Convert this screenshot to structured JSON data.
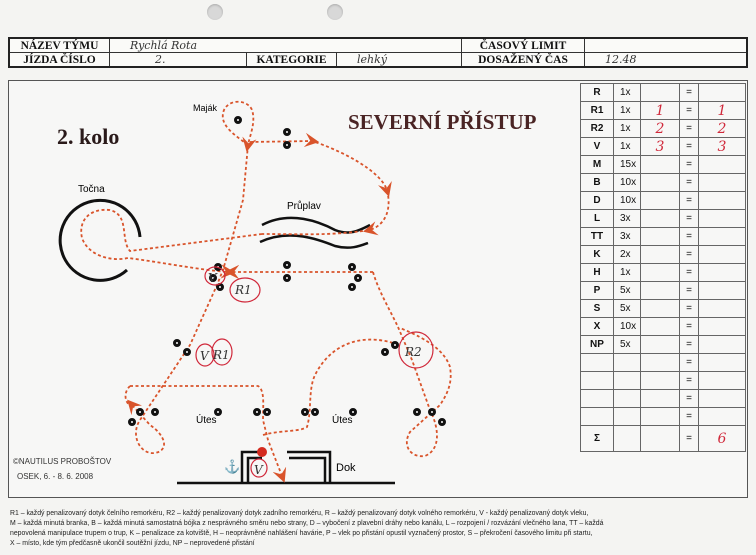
{
  "header": {
    "team_label": "NÁZEV TÝMU",
    "team_value": "Rychlá Rota",
    "run_label": "JÍZDA ČÍSLO",
    "run_value": "2.",
    "category_label": "KATEGORIE",
    "category_value": "lehký",
    "time_limit_label": "ČASOVÝ LIMIT",
    "time_limit_value": "",
    "achieved_time_label": "DOSAŽENÝ ČAS",
    "achieved_time_value": "12.48"
  },
  "map": {
    "round": "2. kolo",
    "title": "SEVERNÍ PŘÍSTUP",
    "labels": {
      "lighthouse": "Maják",
      "turntable": "Točna",
      "canal": "Průplav",
      "reef_left": "Útes",
      "reef_right": "Útes",
      "dock": "Dok"
    },
    "annotations": {
      "v_top": "V",
      "r1_top": "R1",
      "v_mid": "V",
      "r1_mid": "R1",
      "r2_right": "R2",
      "v_dock": "V"
    },
    "path_color": "#d9542b",
    "annotation_color": "#d0283a"
  },
  "penalty_table": {
    "rows": [
      {
        "code": "R",
        "mult": "1x",
        "count": "",
        "eq": "=",
        "total": ""
      },
      {
        "code": "R1",
        "mult": "1x",
        "count": "1",
        "eq": "=",
        "total": "1"
      },
      {
        "code": "R2",
        "mult": "1x",
        "count": "2",
        "eq": "=",
        "total": "2"
      },
      {
        "code": "V",
        "mult": "1x",
        "count": "3",
        "eq": "=",
        "total": "3"
      },
      {
        "code": "M",
        "mult": "15x",
        "count": "",
        "eq": "=",
        "total": ""
      },
      {
        "code": "B",
        "mult": "10x",
        "count": "",
        "eq": "=",
        "total": ""
      },
      {
        "code": "D",
        "mult": "10x",
        "count": "",
        "eq": "=",
        "total": ""
      },
      {
        "code": "L",
        "mult": "3x",
        "count": "",
        "eq": "=",
        "total": ""
      },
      {
        "code": "TT",
        "mult": "3x",
        "count": "",
        "eq": "=",
        "total": ""
      },
      {
        "code": "K",
        "mult": "2x",
        "count": "",
        "eq": "=",
        "total": ""
      },
      {
        "code": "H",
        "mult": "1x",
        "count": "",
        "eq": "=",
        "total": ""
      },
      {
        "code": "P",
        "mult": "5x",
        "count": "",
        "eq": "=",
        "total": ""
      },
      {
        "code": "S",
        "mult": "5x",
        "count": "",
        "eq": "=",
        "total": ""
      },
      {
        "code": "X",
        "mult": "10x",
        "count": "",
        "eq": "=",
        "total": ""
      },
      {
        "code": "NP",
        "mult": "5x",
        "count": "",
        "eq": "=",
        "total": ""
      },
      {
        "code": "",
        "mult": "",
        "count": "",
        "eq": "=",
        "total": ""
      },
      {
        "code": "",
        "mult": "",
        "count": "",
        "eq": "=",
        "total": ""
      },
      {
        "code": "",
        "mult": "",
        "count": "",
        "eq": "=",
        "total": ""
      },
      {
        "code": "",
        "mult": "",
        "count": "",
        "eq": "=",
        "total": ""
      }
    ],
    "sum": {
      "code": "Σ",
      "eq": "=",
      "total": "6"
    }
  },
  "copyright": {
    "org": "©NAUTILUS PROBOŠTOV",
    "place_date": "OSEK, 6. - 8. 6. 2008"
  },
  "legend": [
    "R1 – každý penalizovaný dotyk čelního remorkéru, R2 – každý penalizovaný dotyk zadního remorkéru, R – každý penalizovaný dotyk volného remorkéru, V - každý penalizovaný dotyk vleku,",
    "M – každá minutá branka, B – každá minutá samostatná bójka z nesprávného směru nebo strany, D – vybočení z plavební dráhy nebo kanálu, L – rozpojení / rozvázání vlečného lana, TT – každá",
    "nepovolená manipulace trupem o trup, K – penalizace za kotviště, H – neoprávněné nahlášení havárie, P – vlek po přistání opustil vyznačený prostor, S – překročení časového limitu při startu,",
    "X – místo, kde tým předčasně ukončil soutěžní jízdu, NP – neprovedené přistání"
  ]
}
